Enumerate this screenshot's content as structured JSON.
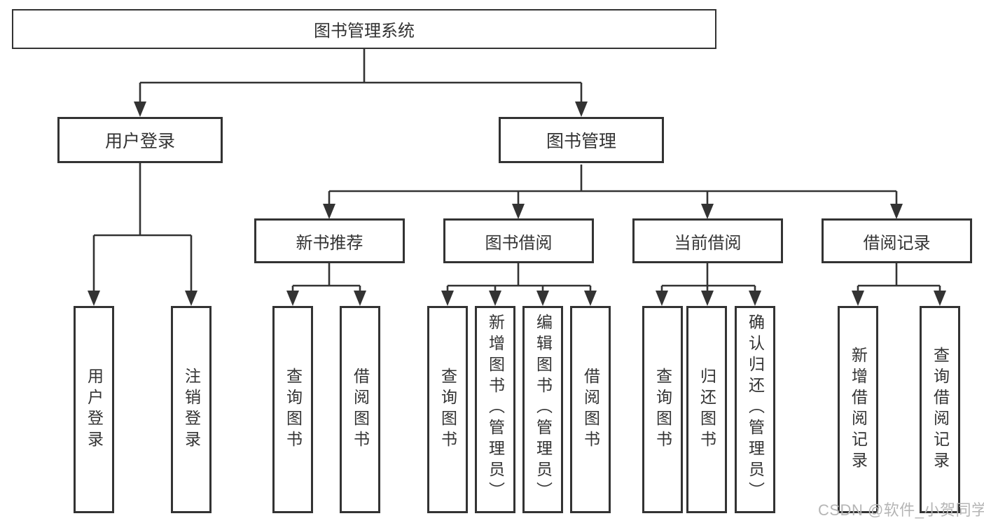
{
  "nodes": {
    "root": "图书管理系统",
    "user_login": "用户登录",
    "book_mgmt": "图书管理",
    "new_book_rec": "新书推荐",
    "book_borrow": "图书借阅",
    "current_borrow": "当前借阅",
    "borrow_record": "借阅记录",
    "leaf_user_login": "用户登录",
    "leaf_logout": "注销登录",
    "leaf_query_book_a": "查询图书",
    "leaf_borrow_book_a": "借阅图书",
    "leaf_query_book_b": "查询图书",
    "leaf_add_book": "新增图书（管理员）",
    "leaf_edit_book": "编辑图书（管理员）",
    "leaf_borrow_book_b": "借阅图书",
    "leaf_query_book_c": "查询图书",
    "leaf_return_book": "归还图书",
    "leaf_confirm_return": "确认归还（管理员）",
    "leaf_add_borrow_record": "新增借阅记录",
    "leaf_query_borrow_record": "查询借阅记录"
  },
  "watermark": "CSDN @软件_小贺同学",
  "colors": {
    "line": "#333333",
    "text": "#333333",
    "watermark": "#b5b5b5",
    "background": "#ffffff"
  }
}
